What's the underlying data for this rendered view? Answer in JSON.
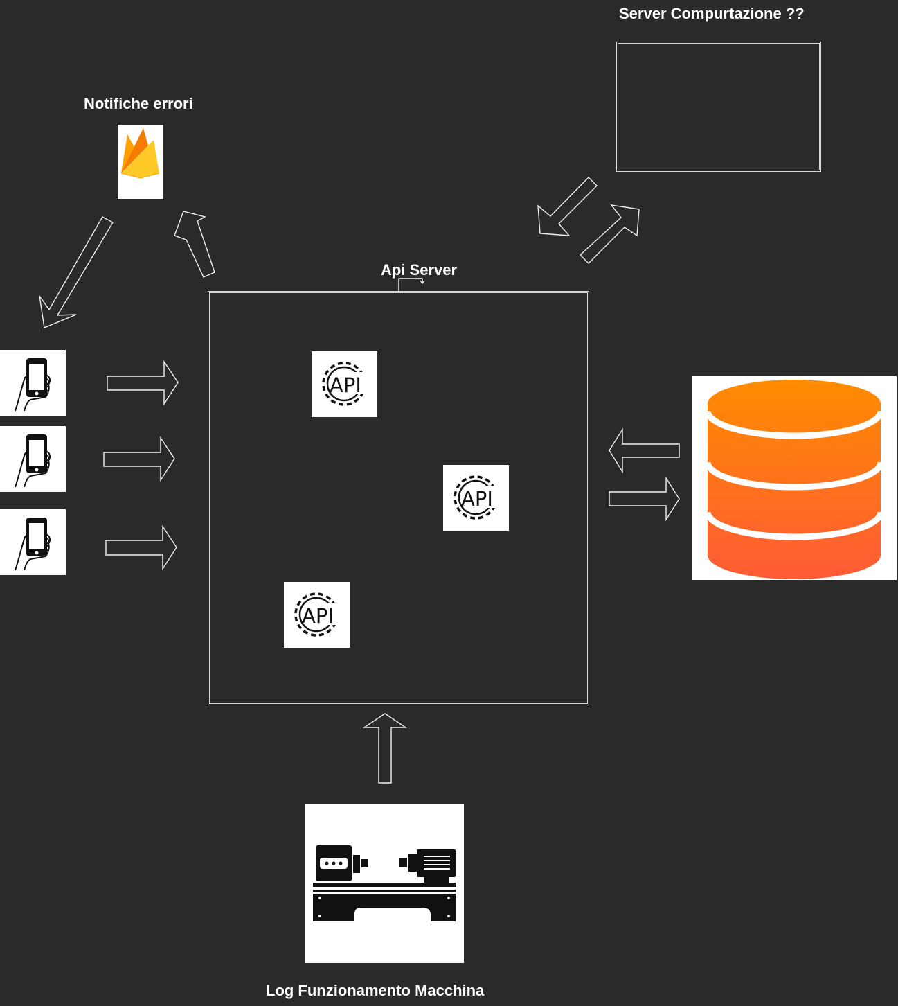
{
  "labels": {
    "notifications": "Notifiche errori",
    "compute_server": "Server Compurtazione ??",
    "api_server": "Api Server",
    "machine_log": "Log Funzionamento Macchina"
  },
  "api_icon_text": "API",
  "icons": {
    "firebase": "firebase-icon",
    "phone": "smartphone-in-hand-icon",
    "api": "api-gear-icon",
    "database": "database-icon",
    "machine": "industrial-machine-icon"
  },
  "colors": {
    "background": "#2a2a2a",
    "box_border": "#d9d9d9",
    "text": "#ffffff",
    "database_top": "#ff8c00",
    "database_bottom": "#ff5a36",
    "firebase_yellow": "#ffca28",
    "firebase_orange": "#ffa000"
  }
}
